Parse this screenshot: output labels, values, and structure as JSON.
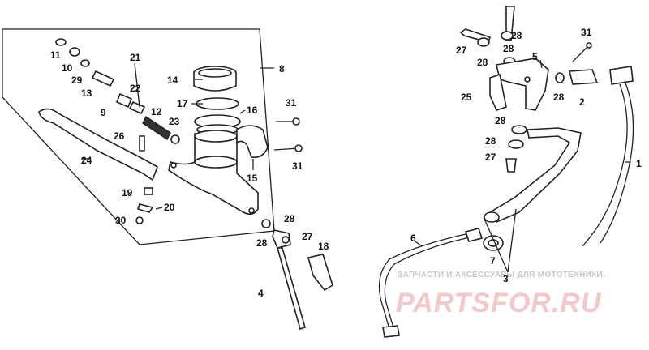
{
  "callouts": {
    "c1": "1",
    "c2": "2",
    "c3": "3",
    "c4": "4",
    "c5": "5",
    "c6": "6",
    "c7": "7",
    "c8": "8",
    "c9": "9",
    "c10": "10",
    "c11": "11",
    "c12": "12",
    "c13": "13",
    "c14": "14",
    "c15": "15",
    "c16": "16",
    "c17": "17",
    "c18": "18",
    "c19": "19",
    "c20": "20",
    "c21": "21",
    "c22": "22",
    "c23": "23",
    "c24": "24",
    "c25": "25",
    "c26": "26",
    "c27": "27",
    "c28": "28",
    "c29": "29",
    "c30": "30",
    "c31": "31"
  },
  "watermark": {
    "subtitle": "ЗАПЧАСТИ И АКСЕССУАРЫ ДЛЯ МОТОТЕХНИКИ.",
    "brand": "PARTSFOR.RU"
  },
  "colors": {
    "ink": "#222222",
    "watermark_brand": "#f3c8c8",
    "watermark_subtitle": "#c8c8c8",
    "background": "#ffffff"
  }
}
